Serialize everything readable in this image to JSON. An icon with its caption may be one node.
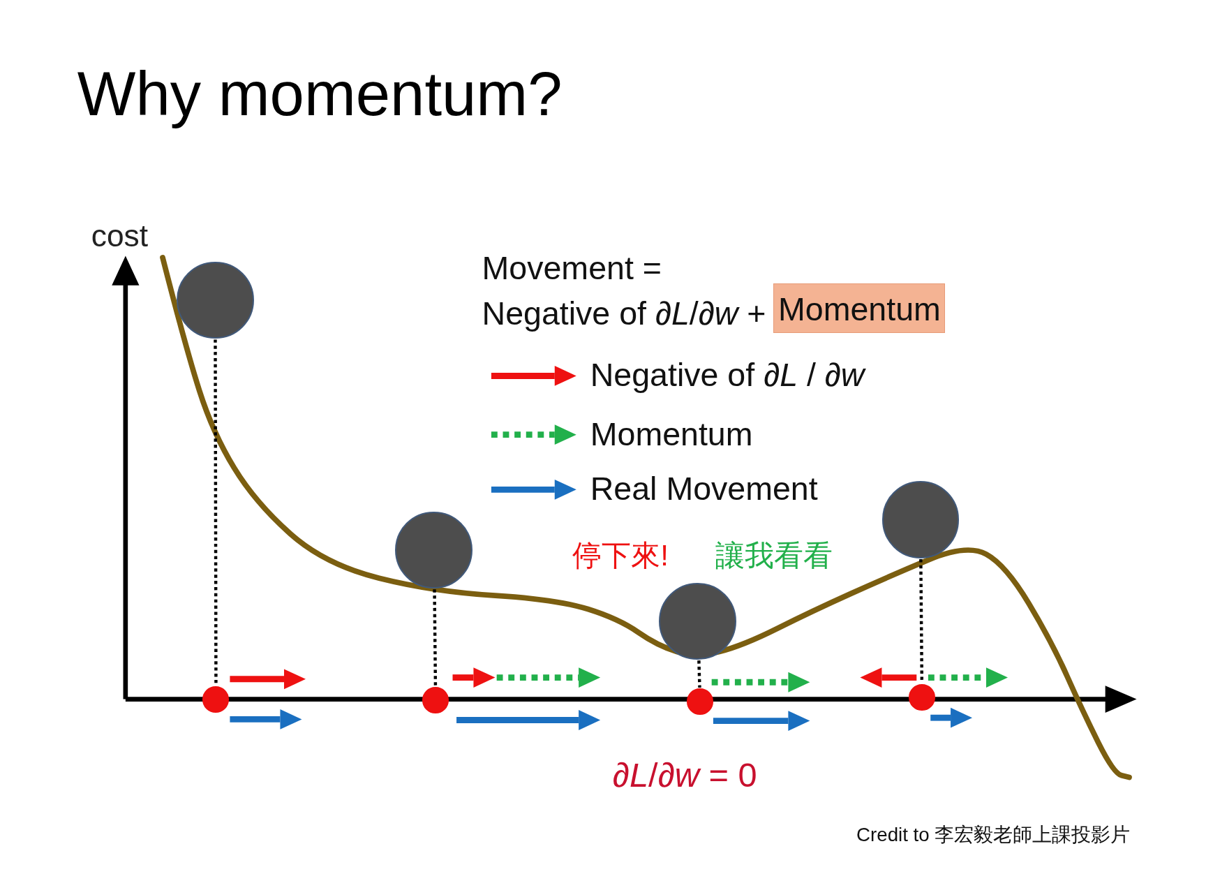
{
  "diagram": {
    "title": "Why momentum?",
    "nodes": [
      {
        "text": [],
        "shape": "circle"
      },
      {
        "text": [],
        "shape": "circle"
      },
      {
        "text": [],
        "shape": "circle"
      },
      {
        "text": [],
        "shape": "circle"
      },
      {
        "text": [],
        "shape": "circle"
      },
      {
        "text": [],
        "shape": "circle"
      },
      {
        "text": [],
        "shape": "circle"
      },
      {
        "text": [],
        "shape": "circle"
      }
    ],
    "edges": [
      {
        "from": 0,
        "to": 4,
        "arrow": "none",
        "style": "dashed"
      },
      {
        "from": 1,
        "to": 5,
        "arrow": "none",
        "style": "dashed"
      },
      {
        "from": 2,
        "to": 6,
        "arrow": "none",
        "style": "dashed"
      },
      {
        "from": 3,
        "to": 7,
        "arrow": "none",
        "style": "dashed"
      }
    ],
    "labels": [
      "cost",
      "Movement =",
      "Negative of *∂L*/*∂w* +",
      "Momentum",
      "停下來!",
      "讓我看看",
      "*∂L*/*∂w* = 0",
      "Credit to 李宏毅老師上課投影片"
    ],
    "legend": [
      {
        "text": "Negative of *∂L* / *∂w*"
      },
      {
        "text": "Momentum"
      },
      {
        "text": "Real Movement"
      }
    ]
  }
}
